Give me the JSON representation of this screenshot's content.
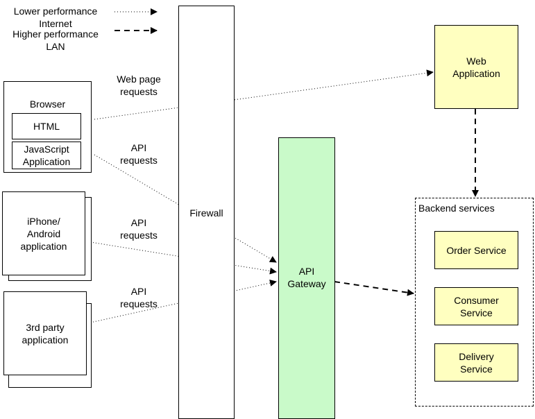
{
  "legend": {
    "items": [
      {
        "label": "Lower performance\nInternet",
        "style": "dotted"
      },
      {
        "label": "Higher performance\nLAN",
        "style": "dashed"
      }
    ]
  },
  "browser": {
    "title": "Browser",
    "html": "HTML",
    "js_app": "JavaScript\nApplication"
  },
  "mobile_app": "iPhone/\nAndroid\napplication",
  "third_party_app": "3rd party\napplication",
  "firewall": "Firewall",
  "api_gateway": "API\nGateway",
  "web_application": "Web\nApplication",
  "backend": {
    "title": "Backend services",
    "services": [
      "Order Service",
      "Consumer\nService",
      "Delivery\nService"
    ]
  },
  "edge_labels": {
    "web_page_requests": "Web page\nrequests",
    "api_requests_browser": "API\nrequests",
    "api_requests_mobile": "API\nrequests",
    "api_requests_third_party": "API\nrequests"
  },
  "colors": {
    "web_application_fill": "#ffffc0",
    "service_fill": "#ffffc0",
    "api_gateway_fill": "#c9fac9"
  }
}
